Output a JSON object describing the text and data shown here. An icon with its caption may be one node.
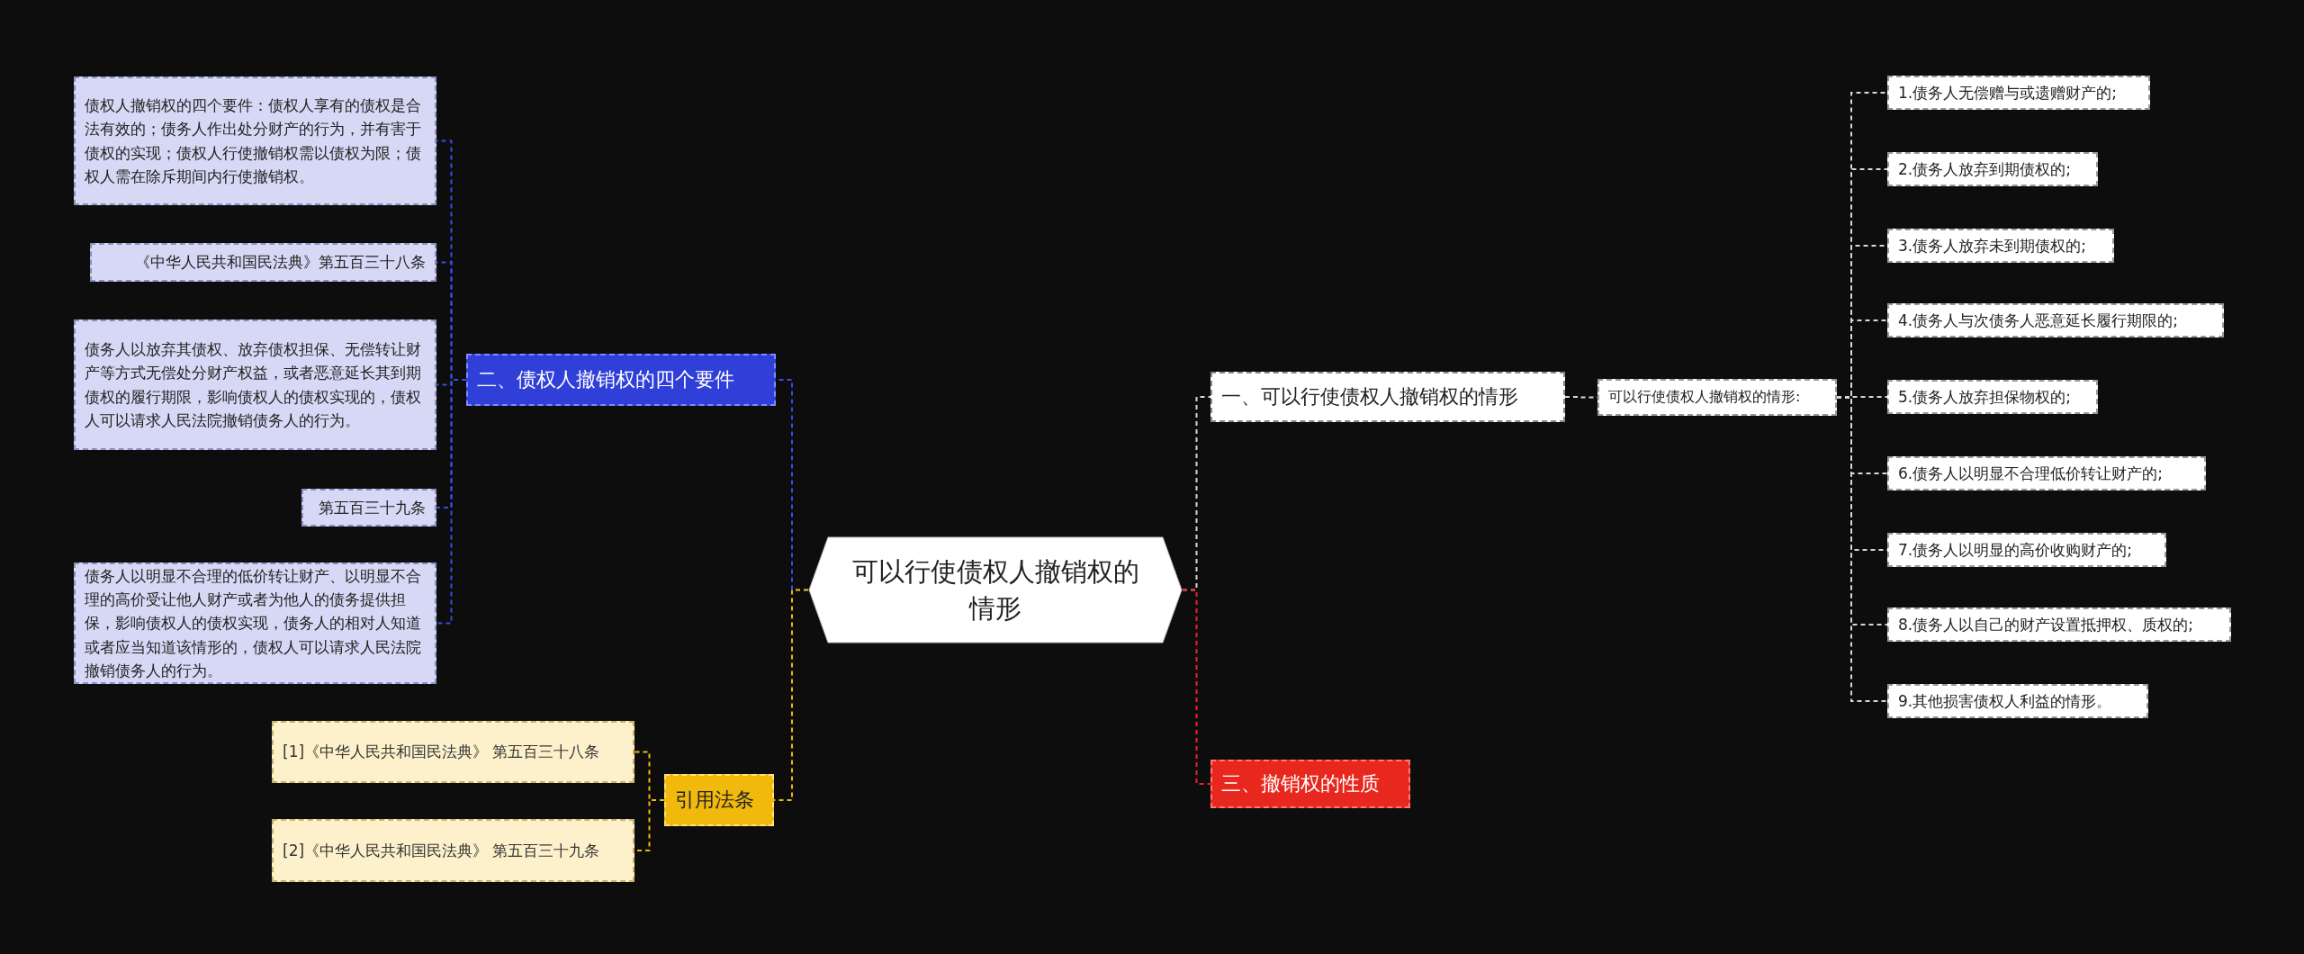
{
  "diagram": {
    "nodes": [
      {
        "text": [
          "可以行使债权人撤销权的情形"
        ]
      },
      {
        "text": [
          "一、可以行使债权人撤销权的情形"
        ]
      },
      {
        "text": [
          "可以行使债权人撤销权的情形:"
        ]
      },
      {
        "text": [
          "1.债务人无偿赠与或遗赠财产的;"
        ]
      },
      {
        "text": [
          "2.债务人放弃到期债权的;"
        ]
      },
      {
        "text": [
          "3.债务人放弃未到期债权的;"
        ]
      },
      {
        "text": [
          "4.债务人与次债务人恶意延长履行期限的;"
        ]
      },
      {
        "text": [
          "5.债务人放弃担保物权的;"
        ]
      },
      {
        "text": [
          "6.债务人以明显不合理低价转让财产的;"
        ]
      },
      {
        "text": [
          "7.债务人以明显的高价收购财产的;"
        ]
      },
      {
        "text": [
          "8.债务人以自己的财产设置抵押权、质权的;"
        ]
      },
      {
        "text": [
          "9.其他损害债权人利益的情形。"
        ]
      },
      {
        "text": [
          "三、撤销权的性质"
        ]
      },
      {
        "text": [
          "二、债权人撤销权的四个要件"
        ]
      },
      {
        "text": [
          "债权人撤销权的四个要件：债权人享有的债权是合法有效的；债务人作出处分财产的行为，并有害于债权的实现；债权人行使撤销权需以债权为限；债权人需在除斥期间内行使撤销权。"
        ]
      },
      {
        "text": [
          "《中华人民共和国民法典》第五百三十八条"
        ]
      },
      {
        "text": [
          "债务人以放弃其债权、放弃债权担保、无偿转让财产等方式无偿处分财产权益，或者恶意延长其到期债权的履行期限，影响债权人的债权实现的，债权人可以请求人民法院撤销债务人的行为。"
        ]
      },
      {
        "text": [
          "第五百三十九条"
        ]
      },
      {
        "text": [
          "债务人以明显不合理的低价转让财产、以明显不合理的高价受让他人财产或者为他人的债务提供担保，影响债权人的债权实现，债务人的相对人知道或者应当知道该情形的，债权人可以请求人民法院撤销债务人的行为。"
        ]
      },
      {
        "text": [
          "引用法条"
        ]
      },
      {
        "text": [
          "[1]《中华人民共和国民法典》 第五百三十八条"
        ]
      },
      {
        "text": [
          "[2]《中华人民共和国民法典》 第五百三十九条"
        ]
      }
    ],
    "edges": [
      {
        "from": 0,
        "to": 1,
        "arrow": "none"
      },
      {
        "from": 1,
        "to": 2,
        "arrow": "none"
      },
      {
        "from": 2,
        "to": 3,
        "arrow": "none"
      },
      {
        "from": 2,
        "to": 4,
        "arrow": "none"
      },
      {
        "from": 2,
        "to": 5,
        "arrow": "none"
      },
      {
        "from": 2,
        "to": 6,
        "arrow": "none"
      },
      {
        "from": 2,
        "to": 7,
        "arrow": "none"
      },
      {
        "from": 2,
        "to": 8,
        "arrow": "none"
      },
      {
        "from": 2,
        "to": 9,
        "arrow": "none"
      },
      {
        "from": 2,
        "to": 10,
        "arrow": "none"
      },
      {
        "from": 2,
        "to": 11,
        "arrow": "none"
      },
      {
        "from": 0,
        "to": 12,
        "arrow": "none",
        "color": "#e8281e"
      },
      {
        "from": 0,
        "to": 13,
        "arrow": "none",
        "color": "#3a4de0"
      },
      {
        "from": 13,
        "to": 14,
        "arrow": "none",
        "color": "#3a4de0"
      },
      {
        "from": 13,
        "to": 15,
        "arrow": "none",
        "color": "#3a4de0"
      },
      {
        "from": 13,
        "to": 16,
        "arrow": "none",
        "color": "#3a4de0"
      },
      {
        "from": 13,
        "to": 17,
        "arrow": "none",
        "color": "#3a4de0"
      },
      {
        "from": 13,
        "to": 18,
        "arrow": "none",
        "color": "#3a4de0"
      },
      {
        "from": 0,
        "to": 19,
        "arrow": "none",
        "color": "#f0b90b"
      },
      {
        "from": 19,
        "to": 20,
        "arrow": "none",
        "color": "#f0b90b"
      },
      {
        "from": 19,
        "to": 21,
        "arrow": "none",
        "color": "#f0b90b"
      }
    ]
  }
}
